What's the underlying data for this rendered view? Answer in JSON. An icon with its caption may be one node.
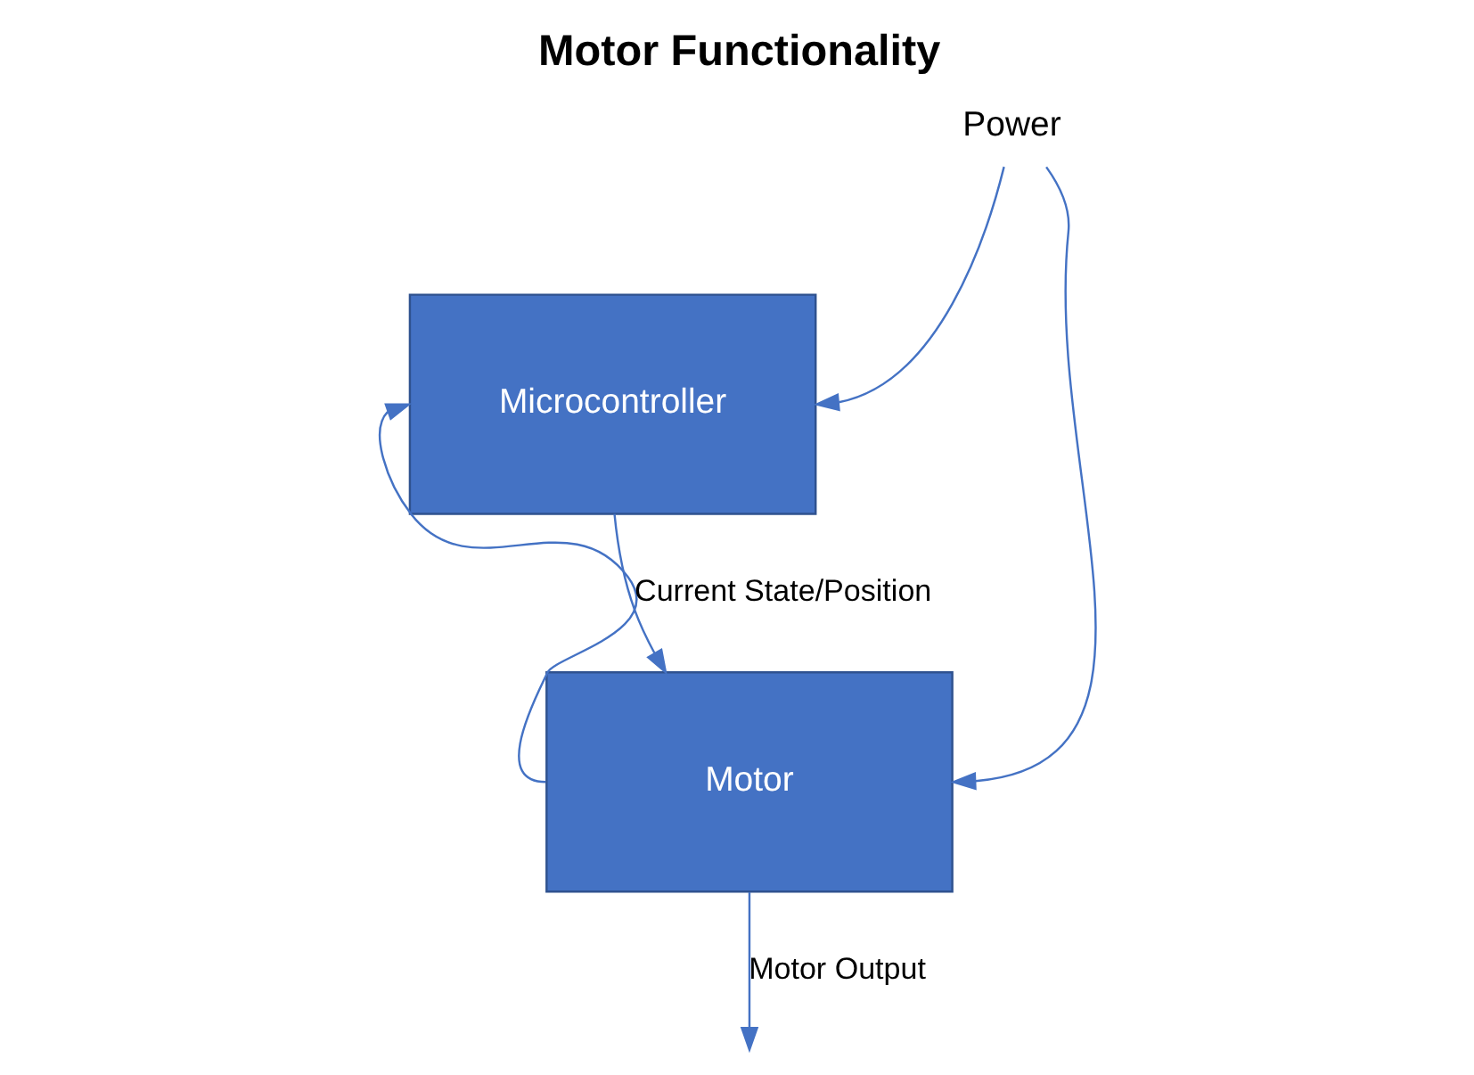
{
  "diagram": {
    "title": "Motor Functionality",
    "nodes": [
      {
        "text": [
          "Microcontroller"
        ]
      },
      {
        "text": [
          "Motor"
        ]
      },
      {
        "text": [
          "Power"
        ]
      }
    ],
    "edges": [
      {
        "from": 0,
        "to": 1,
        "arrow": "to"
      },
      {
        "from": 2,
        "to": 0,
        "arrow": "to"
      },
      {
        "from": 2,
        "to": 1,
        "arrow": "to"
      },
      {
        "from": 1,
        "to": 0,
        "arrow": "to",
        "label": "Current State/Position"
      },
      {
        "from": 1,
        "to": null,
        "arrow": "to",
        "label": "Motor Output"
      }
    ]
  }
}
